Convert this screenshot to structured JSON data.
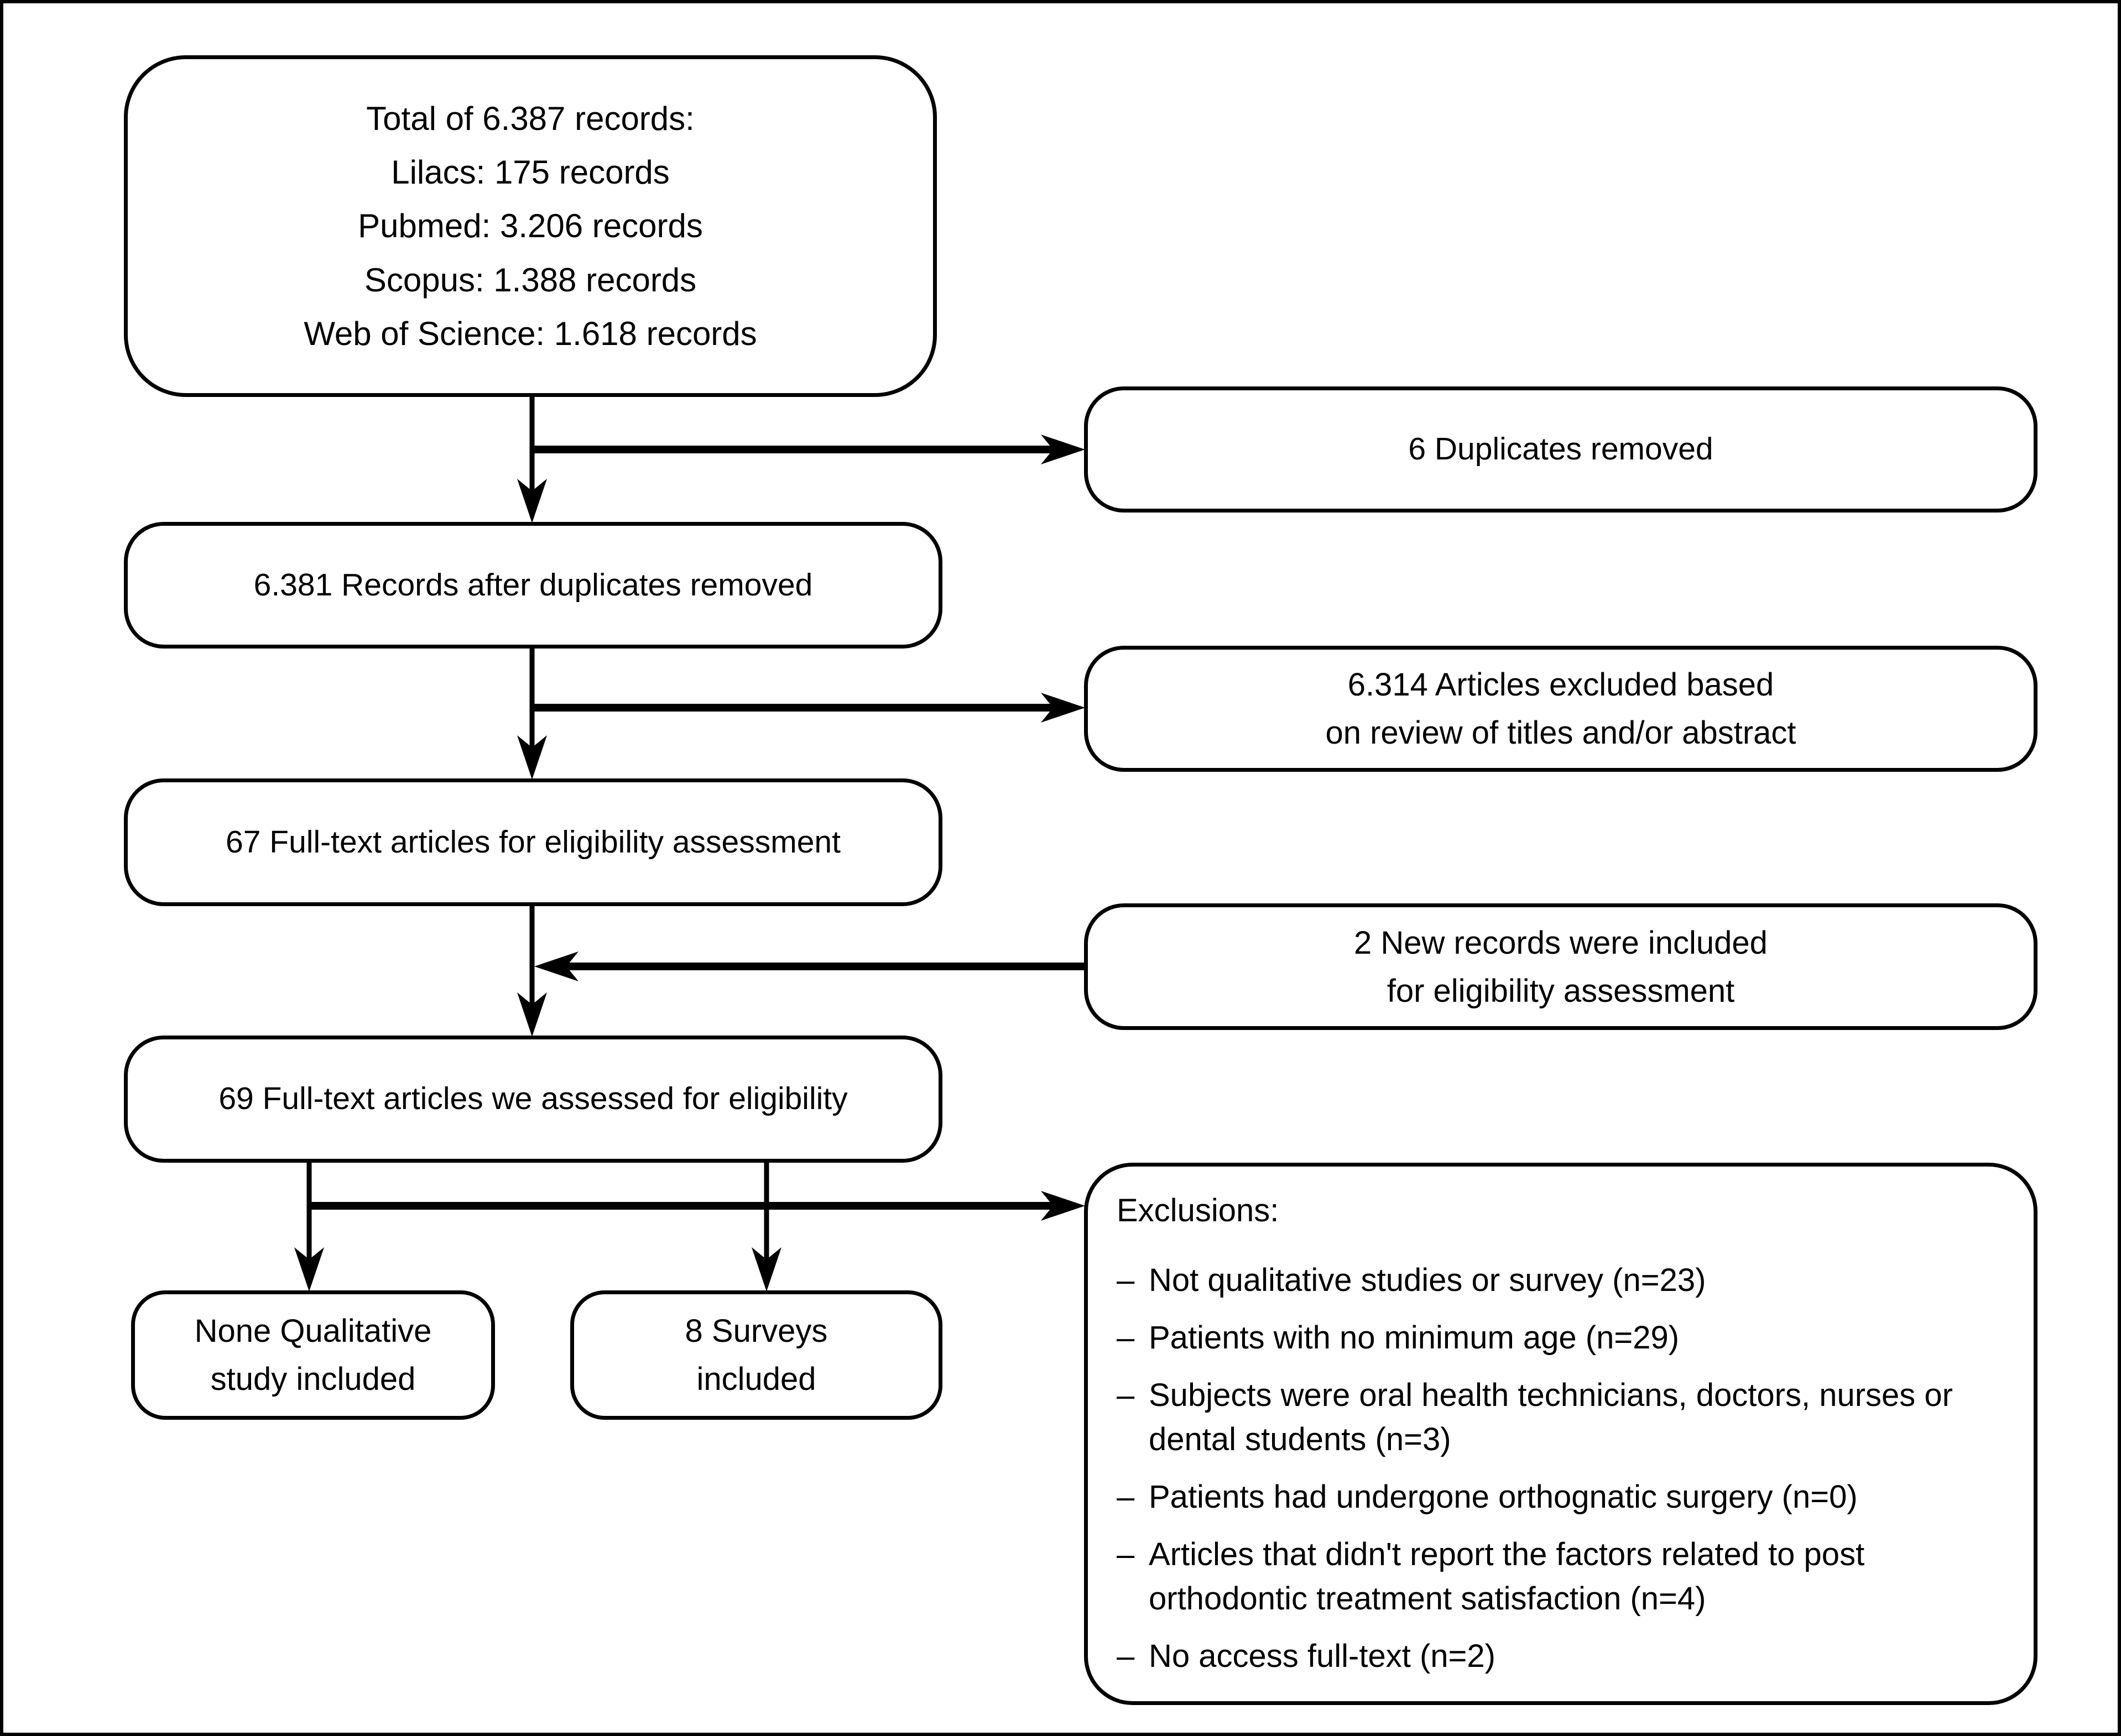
{
  "colors": {
    "ink": "#000000",
    "background": "#ffffff"
  },
  "boxes": {
    "total_records": {
      "lines": [
        "Total of 6.387 records:",
        "Lilacs: 175 records",
        "Pubmed: 3.206 records",
        "Scopus: 1.388 records",
        "Web of Science: 1.618 records"
      ]
    },
    "duplicates_removed": {
      "label": "6 Duplicates removed"
    },
    "records_after_duplicates": {
      "label": "6.381 Records after duplicates removed"
    },
    "articles_excluded": {
      "lines": [
        "6.314 Articles excluded based",
        "on review of titles and/or abstract"
      ]
    },
    "fulltext_for_eligibility": {
      "label": "67 Full-text articles for eligibility assessment"
    },
    "new_records_included": {
      "lines": [
        "2 New records were included",
        "for eligibility assessment"
      ]
    },
    "fulltext_assessed": {
      "label": "69 Full-text articles we assessed for eligibility"
    },
    "qualitative_included": {
      "lines": [
        "None Qualitative",
        "study included"
      ]
    },
    "surveys_included": {
      "lines": [
        "8 Surveys",
        "included"
      ]
    },
    "exclusions": {
      "title": "Exclusions:",
      "bullet": "–",
      "items": [
        "Not qualitative studies or survey (n=23)",
        "Patients with no minimum age (n=29)",
        "Subjects were oral health technicians, doctors, nurses or dental students (n=3)",
        "Patients had undergone orthognatic surgery (n=0)",
        "Articles that didn't report the factors related to post orthodontic treatment satisfaction (n=4)",
        "No access full-text (n=2)"
      ]
    }
  }
}
